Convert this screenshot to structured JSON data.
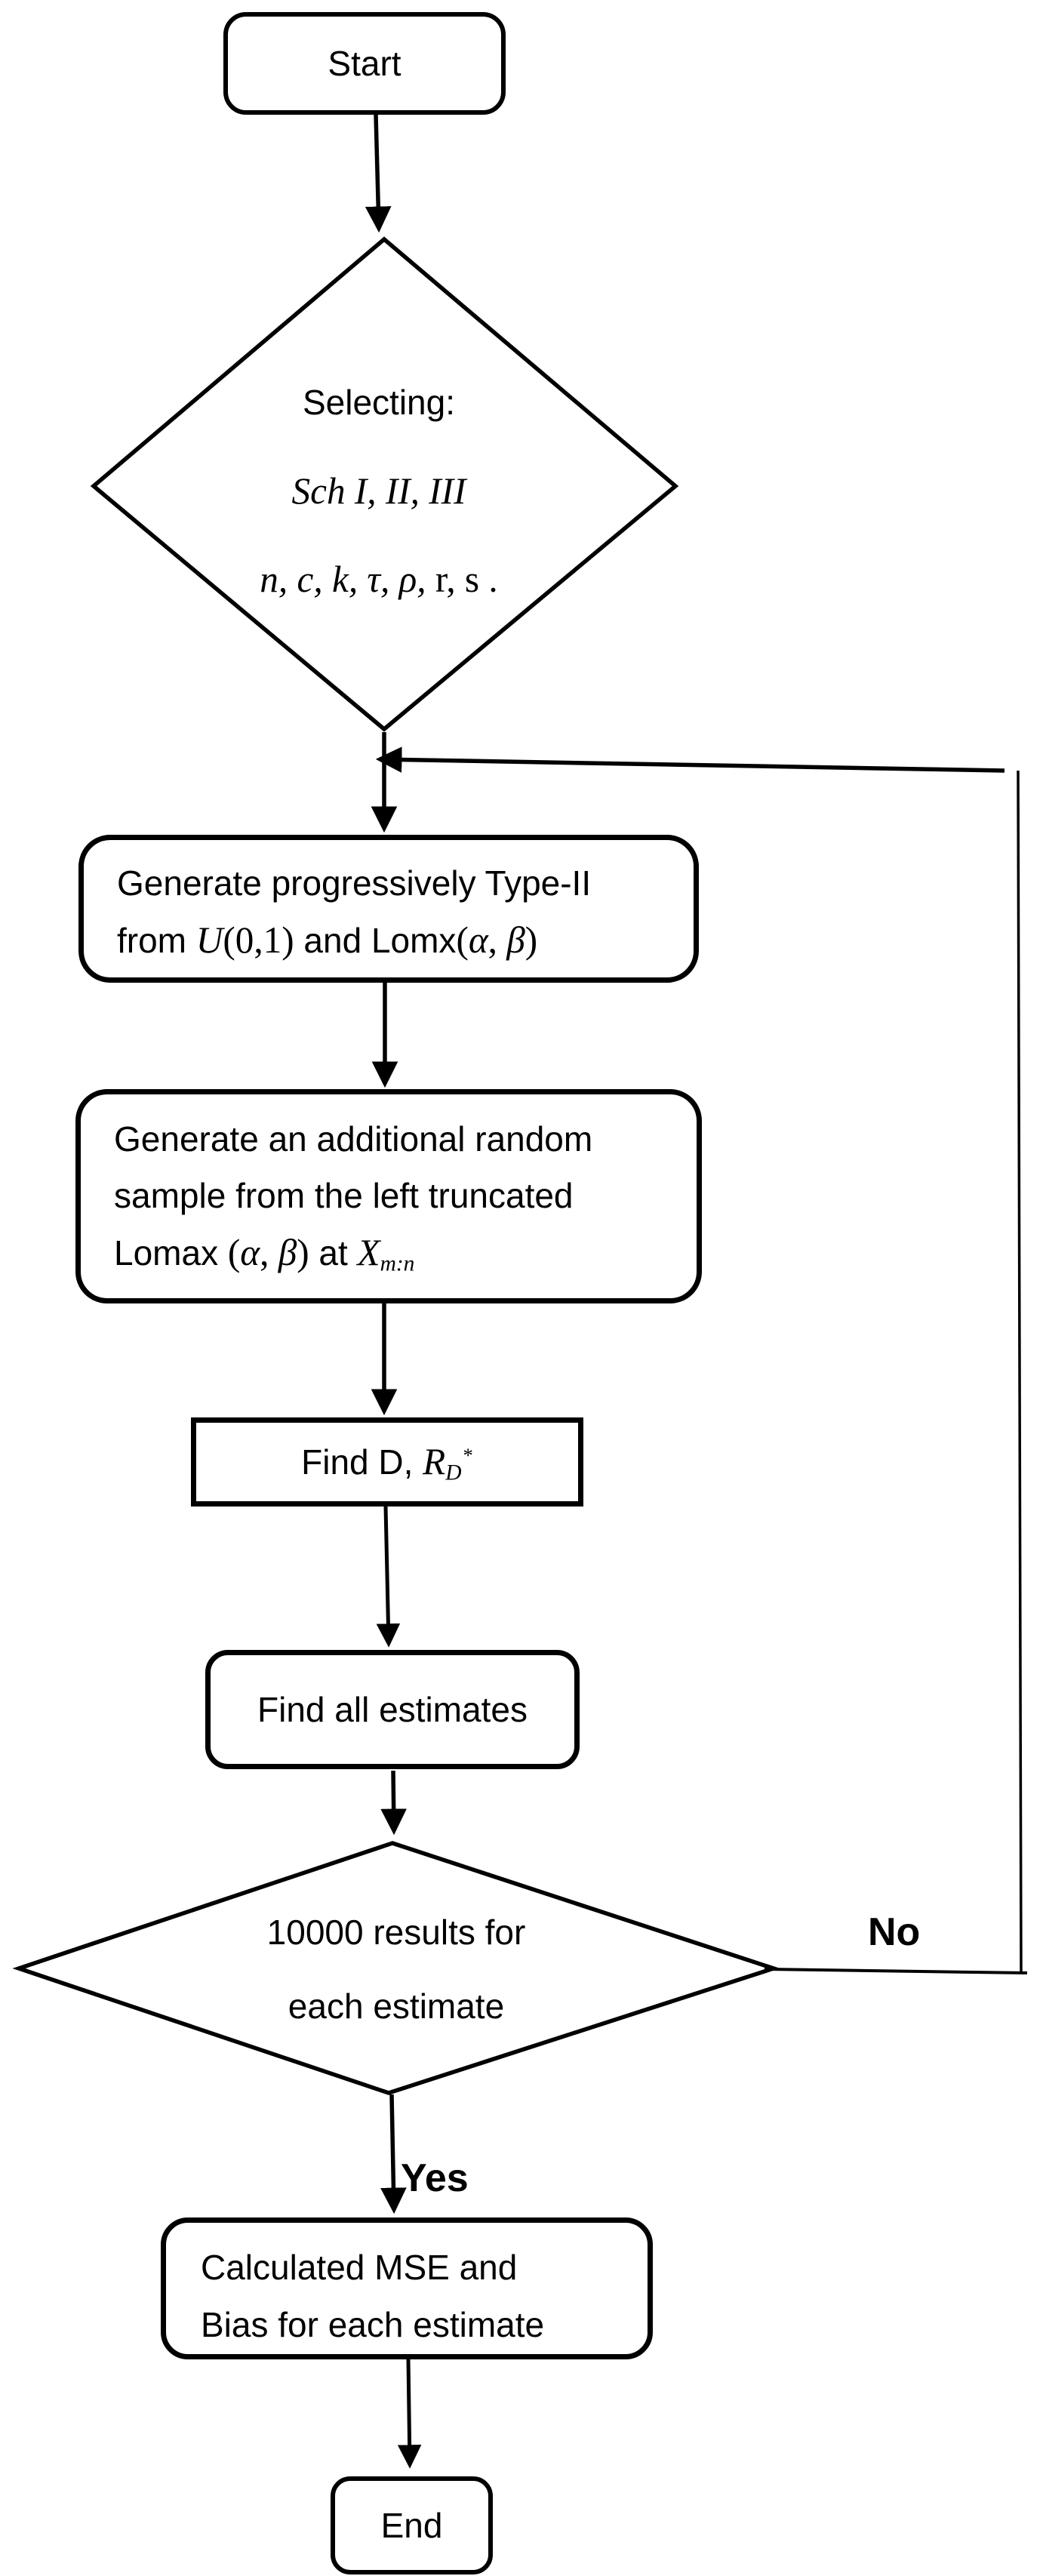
{
  "nodes": {
    "start": {
      "label": "Start"
    },
    "diamond1": {
      "line1": "Selecting:",
      "line2": "Sch I, II, III",
      "line3a": "n, c, k, τ, ρ,",
      "line3b": " r, s ."
    },
    "rect1": {
      "line1": "Generate progressively Type-II",
      "line2": {
        "t0": "from ",
        "t1": "U",
        "t2": "(0,1)",
        "t3": " and Lomx",
        "t4": "(",
        "t5": "α",
        "t6": ", ",
        "t7": "β",
        "t8": ")"
      }
    },
    "rect2": {
      "line1": "Generate an additional random",
      "line2": "sample from the left truncated",
      "line3": {
        "t0": "Lomax ",
        "t1": "(",
        "t2": "α",
        "t3": ", ",
        "t4": "β",
        "t5": ")",
        "t6": " at ",
        "t7": "X",
        "t8": "m:n"
      }
    },
    "rect3": {
      "t0": "Find D, ",
      "t1": "R",
      "t2": "D",
      "t3": "*"
    },
    "rect4": {
      "label": "Find all estimates"
    },
    "diamond2": {
      "line1": "10000 results for",
      "line2": "each estimate"
    },
    "rect5": {
      "line1": "Calculated MSE and",
      "line2": "Bias for each estimate"
    },
    "end": {
      "label": "End"
    }
  },
  "edges": {
    "no_label": "No",
    "yes_label": "Yes"
  },
  "colors": {
    "line": "#000000",
    "shape_fill": "#ffffff",
    "text": "#000000"
  }
}
